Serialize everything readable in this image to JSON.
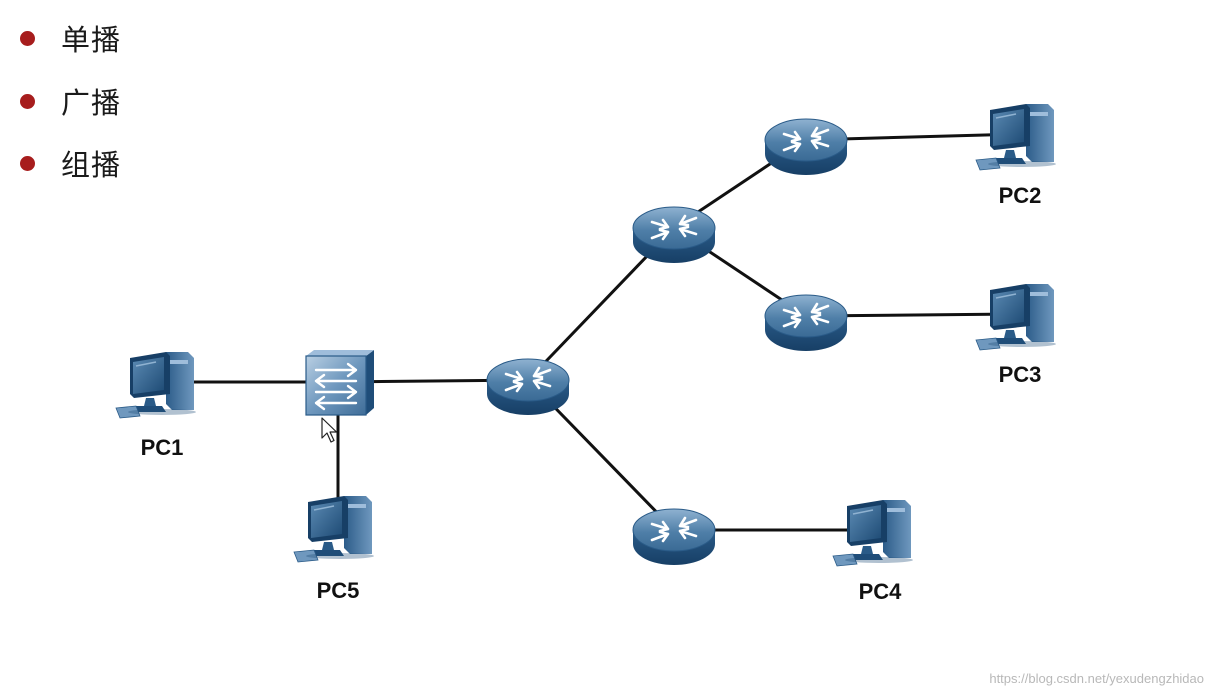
{
  "bullets": [
    {
      "text": "单播"
    },
    {
      "text": "广播"
    },
    {
      "text": "组播"
    }
  ],
  "diagram": {
    "nodes": [
      {
        "id": "pc1",
        "type": "pc",
        "label": "PC1"
      },
      {
        "id": "pc5",
        "type": "pc",
        "label": "PC5"
      },
      {
        "id": "pc2",
        "type": "pc",
        "label": "PC2"
      },
      {
        "id": "pc3",
        "type": "pc",
        "label": "PC3"
      },
      {
        "id": "pc4",
        "type": "pc",
        "label": "PC4"
      },
      {
        "id": "switch1",
        "type": "switch",
        "label": ""
      },
      {
        "id": "router-core",
        "type": "router",
        "label": ""
      },
      {
        "id": "router-mid",
        "type": "router",
        "label": ""
      },
      {
        "id": "router-top",
        "type": "router",
        "label": ""
      },
      {
        "id": "router-pc3",
        "type": "router",
        "label": ""
      },
      {
        "id": "router-pc4",
        "type": "router",
        "label": ""
      }
    ],
    "links": [
      {
        "from": "pc1",
        "to": "switch1"
      },
      {
        "from": "switch1",
        "to": "pc5"
      },
      {
        "from": "switch1",
        "to": "router-core"
      },
      {
        "from": "router-core",
        "to": "router-mid"
      },
      {
        "from": "router-core",
        "to": "router-pc4"
      },
      {
        "from": "router-mid",
        "to": "router-top"
      },
      {
        "from": "router-mid",
        "to": "router-pc3"
      },
      {
        "from": "router-top",
        "to": "pc2"
      },
      {
        "from": "router-pc3",
        "to": "pc3"
      },
      {
        "from": "router-pc4",
        "to": "pc4"
      }
    ],
    "colors": {
      "link": "#111111",
      "device_top": "#4f7fa8",
      "device_side": "#1f4d79",
      "device_highlight": "#8fb2d1",
      "bullet": "#a71d1d"
    }
  },
  "watermark": "https://blog.csdn.net/yexudengzhidao"
}
